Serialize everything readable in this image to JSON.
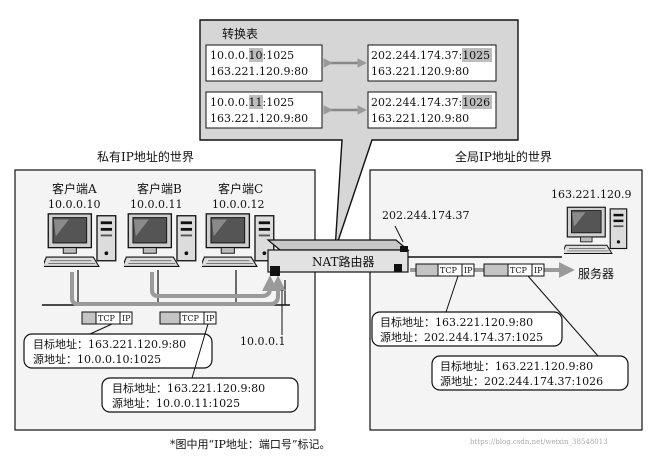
{
  "colors": {
    "line": "#111111",
    "panel_fill": "#d6d6d6",
    "region_fill": "#f4f4f4",
    "highlight": "#bdbdbd",
    "packet_fill": "#c4c4c4",
    "watermark": "#aaaaaa"
  },
  "icons": {
    "client": "desktop-computer-icon",
    "server": "desktop-computer-icon",
    "router": "nat-router-icon",
    "swap": "double-arrow-icon"
  },
  "translation_table": {
    "title": "转换表",
    "rows": [
      {
        "private_ip": "10.0.0.",
        "private_host": "10",
        "private_port": ":1025",
        "private_dest": "163.221.120.9:80",
        "public_ip": "202.244.174.37:",
        "public_port": "1025",
        "public_dest": "163.221.120.9:80"
      },
      {
        "private_ip": "10.0.0.",
        "private_host": "11",
        "private_port": ":1025",
        "private_dest": "163.221.120.9:80",
        "public_ip": "202.244.174.37:",
        "public_port": "1026",
        "public_dest": "163.221.120.9:80"
      }
    ]
  },
  "private_world": {
    "title": "私有IP地址的世界",
    "clients": [
      {
        "name": "客户端A",
        "ip": "10.0.0.10"
      },
      {
        "name": "客户端B",
        "ip": "10.0.0.11"
      },
      {
        "name": "客户端C",
        "ip": "10.0.0.12"
      }
    ],
    "router_inner_ip": "10.0.0.1",
    "packets": [
      {
        "dest": "目标地址：163.221.120.9:80",
        "src": "源地址：10.0.0.10:1025"
      },
      {
        "dest": "目标地址：163.221.120.9:80",
        "src": "源地址：10.0.0.11:1025"
      }
    ]
  },
  "global_world": {
    "title": "全局IP地址的世界",
    "router_outer_ip": "202.244.174.37",
    "server_ip": "163.221.120.9",
    "server_label": "服务器",
    "packets": [
      {
        "dest": "目标地址：163.221.120.9:80",
        "src": "源地址：202.244.174.37:1025"
      },
      {
        "dest": "目标地址：163.221.120.9:80",
        "src": "源地址：202.244.174.37:1026"
      }
    ]
  },
  "router_label": "NAT路由器",
  "packet_label": {
    "tcp": "TCP",
    "ip": "IP"
  },
  "footnote": "*图中用“IP地址：端口号”标记。",
  "watermark": "https://blog.csdn.net/weixin_38548013"
}
